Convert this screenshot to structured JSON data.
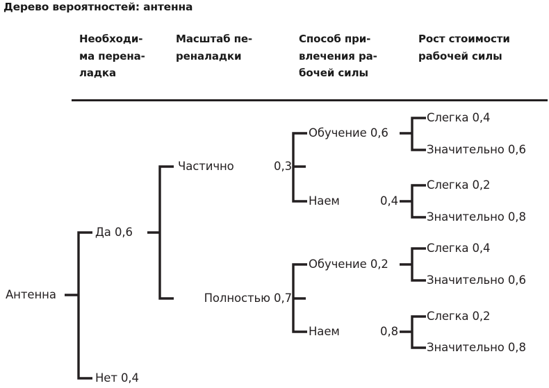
{
  "figure": {
    "title": "Дерево вероятностей: антенна",
    "accent_color": "#231f20",
    "background_color": "#ffffff"
  },
  "columns": [
    {
      "label": "Необходи-\nма перена-\nладка"
    },
    {
      "label": "Масштаб пе-\nреналадки"
    },
    {
      "label": "Способ при-\nвлечения ра-\nбочей силы"
    },
    {
      "label": "Рост стоимости\nрабочей силы"
    }
  ],
  "chart_data": {
    "type": "tree",
    "title": "Дерево вероятностей: антенна",
    "root": "Антенна",
    "levels": [
      "Необходима переналадка",
      "Масштаб переналадки",
      "Способ привлечения рабочей силы",
      "Рост стоимости рабочей силы"
    ],
    "nodes": [
      {
        "name": "Да",
        "probability": "0,6",
        "children": [
          {
            "name": "Частично",
            "probability": "0,3",
            "children": [
              {
                "name": "Обучение",
                "probability": "0,6",
                "children": [
                  {
                    "name": "Слегка",
                    "probability": "0,4"
                  },
                  {
                    "name": "Значительно",
                    "probability": "0,6"
                  }
                ]
              },
              {
                "name": "Наем",
                "probability": "0,4",
                "children": [
                  {
                    "name": "Слегка",
                    "probability": "0,2"
                  },
                  {
                    "name": "Значительно",
                    "probability": "0,8"
                  }
                ]
              }
            ]
          },
          {
            "name": "Полностью",
            "probability": "0,7",
            "children": [
              {
                "name": "Обучение",
                "probability": "0,2",
                "children": [
                  {
                    "name": "Слегка",
                    "probability": "0,4"
                  },
                  {
                    "name": "Значительно",
                    "probability": "0,6"
                  }
                ]
              },
              {
                "name": "Наем",
                "probability": "0,8",
                "children": [
                  {
                    "name": "Слегка",
                    "probability": "0,2"
                  },
                  {
                    "name": "Значительно",
                    "probability": "0,8"
                  }
                ]
              }
            ]
          }
        ]
      },
      {
        "name": "Нет",
        "probability": "0,4",
        "children": []
      }
    ]
  },
  "labels": {
    "root": "Антенна",
    "l1_yes": "Да 0,6",
    "l1_no": "Нет 0,4",
    "l2_partial": "Частично",
    "l2_partial_p": "0,3",
    "l2_full": "Полностью 0,7",
    "l3_a_train": "Обучение 0,6",
    "l3_a_hire": "Наем",
    "l3_a_hire_p": "0,4",
    "l3_b_train": "Обучение 0,2",
    "l3_b_hire": "Наем",
    "l3_b_hire_p": "0,8",
    "leaf_a1_slight": "Слегка 0,4",
    "leaf_a1_major": "Значительно 0,6",
    "leaf_a2_slight": "Слегка 0,2",
    "leaf_a2_major": "Значительно 0,8",
    "leaf_b1_slight": "Слегка 0,4",
    "leaf_b1_major": "Значительно 0,6",
    "leaf_b2_slight": "Слегка 0,2",
    "leaf_b2_major": "Значительно 0,8"
  }
}
